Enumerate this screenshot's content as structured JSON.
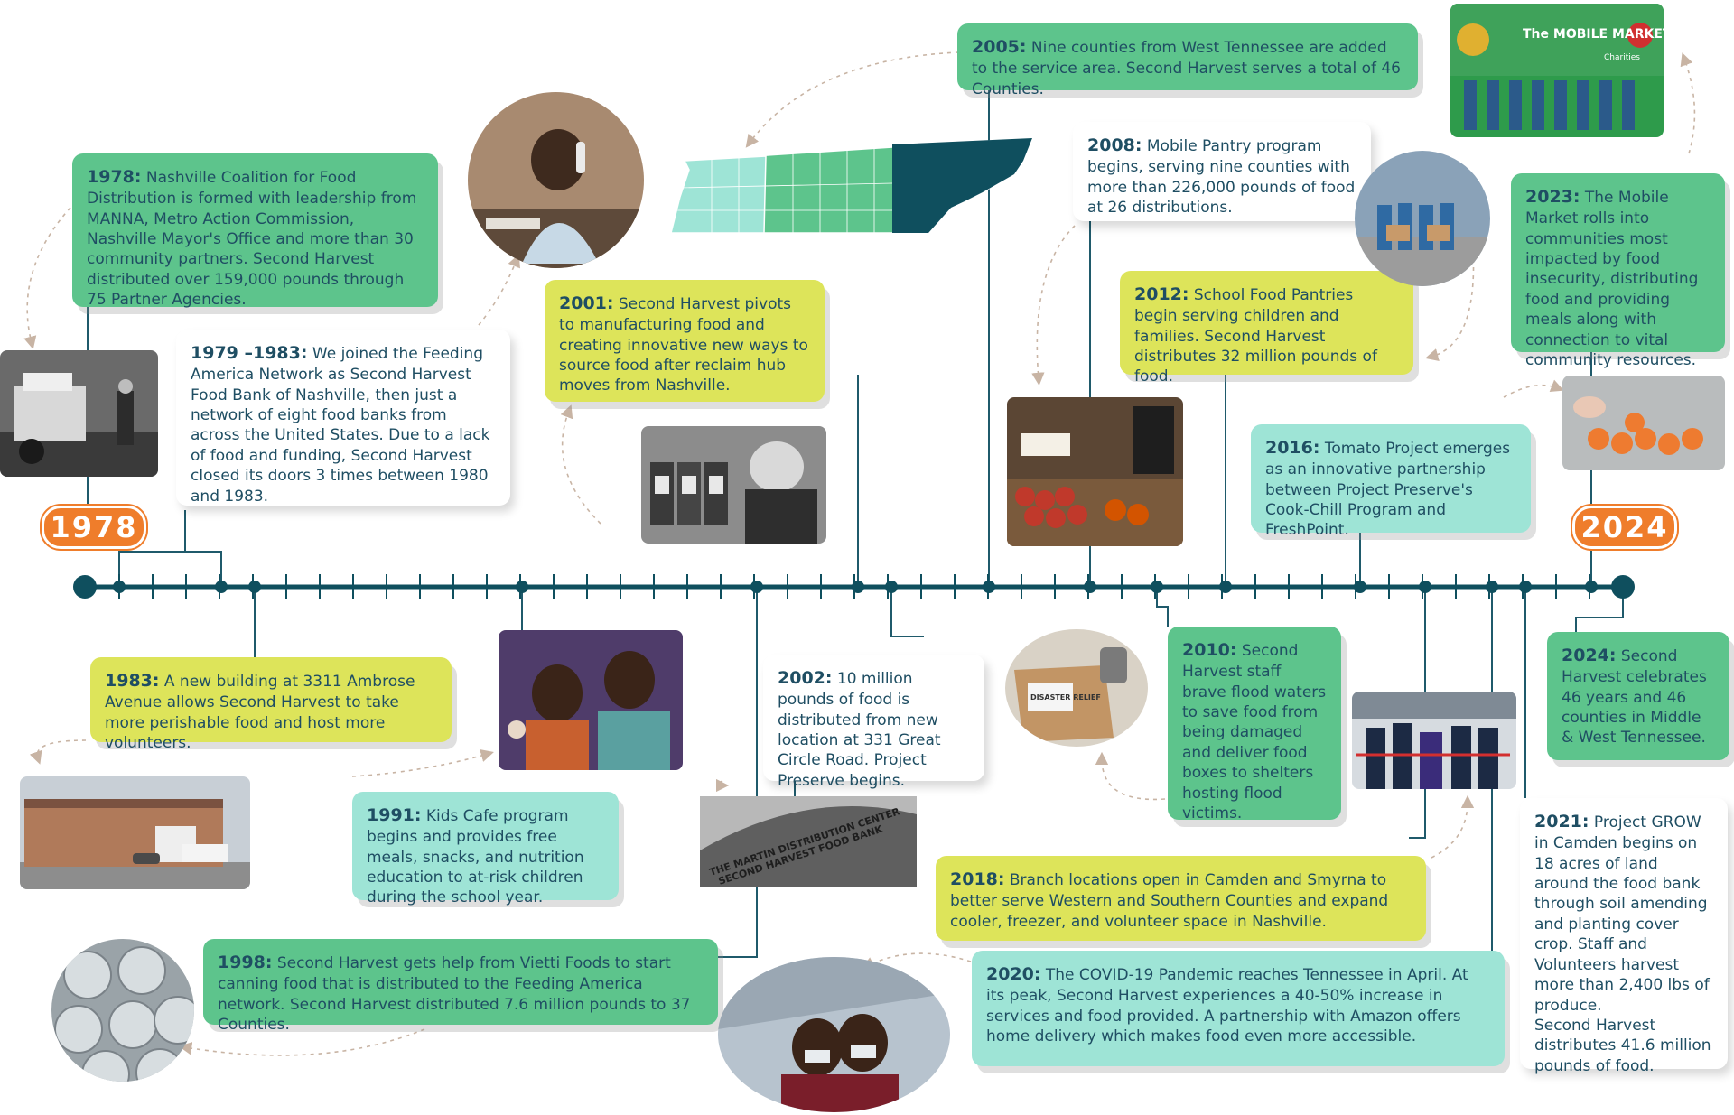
{
  "start_year": "1978",
  "end_year": "2024",
  "colors": {
    "green": "#5dc48c",
    "yellow": "#dde45a",
    "teal": "#9ee4d6",
    "navy": "#0f4f5e",
    "orange": "#ef7d2b"
  },
  "events": {
    "e1978": {
      "year": "1978:",
      "text": " Nashville Coalition for Food Distribution is formed with leadership from MANNA, Metro Action Commission, Nashville Mayor's Office and more than 30 community partners. Second Harvest distributed over 159,000 pounds through 75 Partner Agencies."
    },
    "e1979": {
      "year": "1979 –1983:",
      "text": " We joined the Feeding America Network as Second Harvest Food Bank of Nashville, then just a network of eight food banks from across the United States. Due to a lack of food and funding, Second Harvest closed its doors 3 times between 1980 and 1983."
    },
    "e1983": {
      "year": "1983:",
      "text": " A new building at 3311 Ambrose Avenue allows Second Harvest to take more perishable food and host more volunteers."
    },
    "e1991": {
      "year": "1991:",
      "text": " Kids Cafe program begins and provides free meals, snacks, and nutrition education to at-risk children during the school year."
    },
    "e1998": {
      "year": "1998:",
      "text": " Second Harvest gets help from Vietti Foods to start canning food that is distributed to the Feeding America network. Second Harvest distributed 7.6 million pounds to 37 Counties."
    },
    "e2001": {
      "year": "2001:",
      "text": " Second Harvest pivots to manufacturing food and creating innovative new ways to source food after reclaim hub moves from Nashville."
    },
    "e2002": {
      "year": "2002:",
      "text": " 10 million pounds of food is distributed from new location at 331 Great Circle Road. Project Preserve begins."
    },
    "e2005": {
      "year": "2005:",
      "text": " Nine counties from West Tennessee are added to the service area. Second Harvest serves a total of 46 Counties."
    },
    "e2008": {
      "year": "2008:",
      "text": " Mobile Pantry program begins, serving nine counties with more than 226,000 pounds of food at 26 distributions."
    },
    "e2010": {
      "year": "2010:",
      "text": " Second Harvest staff brave flood waters to save food from being damaged and deliver food boxes to shelters hosting flood victims."
    },
    "e2012": {
      "year": "2012:",
      "text": " School Food Pantries begin serving children and families. Second Harvest distributes 32 million pounds of food."
    },
    "e2016": {
      "year": "2016:",
      "text": " Tomato Project emerges as an innovative partnership between Project Preserve's Cook-Chill Program and FreshPoint."
    },
    "e2018": {
      "year": "2018:",
      "text": " Branch locations open in Camden and Smyrna to better serve Western and Southern Counties and expand cooler, freezer, and volunteer space in Nashville."
    },
    "e2020": {
      "year": "2020:",
      "text": " The COVID-19 Pandemic reaches Tennessee in April. At its peak, Second Harvest experiences a 40-50% increase in services and food provided. A partnership with Amazon offers home delivery which makes food even more accessible."
    },
    "e2021": {
      "year": "2021:",
      "text": " Project GROW in Camden begins on 18 acres of land around the food bank through soil amending and planting cover crop. Staff and Volunteers harvest more than 2,400 lbs of produce.",
      "text2": "Second Harvest distributes 41.6 million pounds of food."
    },
    "e2023": {
      "year": "2023:",
      "text": " The Mobile Market rolls into communities most impacted by food insecurity, distributing food and providing meals along with connection to vital community resources."
    },
    "e2024": {
      "year": "2024:",
      "text": " Second Harvest celebrates 46 years and 46 counties in Middle & West Tennessee."
    }
  },
  "photo_text": {
    "distribution_sign_line1": "THE MARTIN DISTRIBUTION CENTER",
    "distribution_sign_line2": "SECOND HARVEST FOOD BANK",
    "disaster_box": "DISASTER RELIEF",
    "mobile_market_title": "The MOBILE MARKET",
    "mobile_market_charities": "Charities"
  },
  "icons": [
    "tennessee-map-icon",
    "phone-icon",
    "canned-goods-icon",
    "tomato-icon"
  ]
}
